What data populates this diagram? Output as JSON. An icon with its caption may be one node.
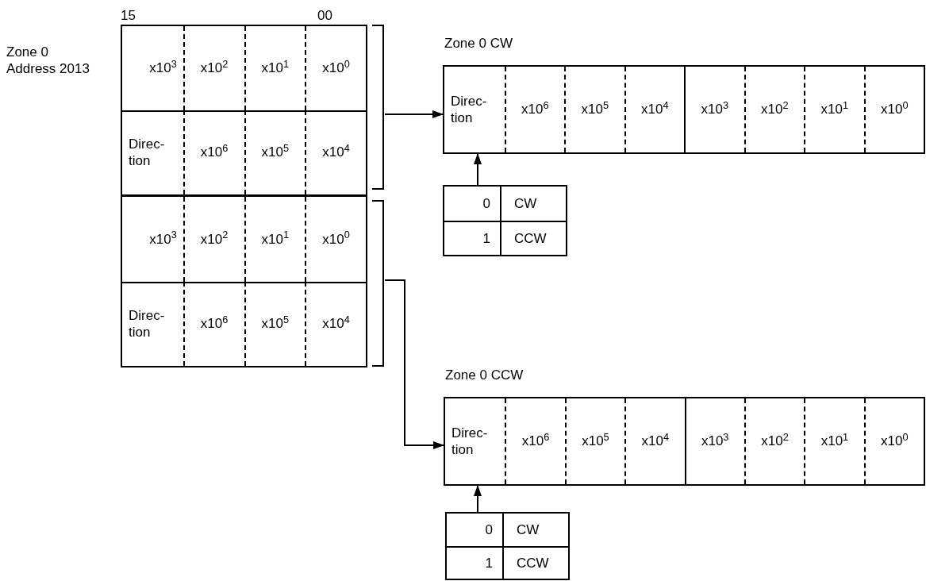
{
  "diagram": {
    "nodes": [
      {
        "text": [
          "x10$^{3}$",
          "x10$^{2}$",
          "x10$^{1}$",
          "x10$^{0}$",
          "Direc- tion",
          "x10$^{6}$",
          "x10$^{5}$",
          "x10$^{4}$"
        ]
      },
      {
        "text": [
          "x10$^{3}$",
          "x10$^{2}$",
          "x10$^{1}$",
          "x10$^{0}$",
          "Direc- tion",
          "x10$^{6}$",
          "x10$^{5}$",
          "x10$^{4}$"
        ]
      },
      {
        "text": [
          "Zone 0 CW",
          "Direc- tion",
          "x10$^{6}$",
          "x10$^{5}$",
          "x10$^{4}$",
          "x10$^{3}$",
          "x10$^{2}$",
          "x10$^{1}$",
          "x10$^{0}$"
        ]
      },
      {
        "text": [
          "0",
          "CW",
          "1",
          "CCW"
        ]
      },
      {
        "text": [
          "Zone 0 CCW",
          "Direc- tion",
          "x10$^{6}$",
          "x10$^{5}$",
          "x10$^{4}$",
          "x10$^{3}$",
          "x10$^{2}$",
          "x10$^{1}$",
          "x10$^{0}$"
        ]
      },
      {
        "text": [
          "0",
          "CW",
          "1",
          "CCW"
        ]
      }
    ],
    "edges": [
      {
        "from": 0,
        "to": 2,
        "arrow": "to"
      },
      {
        "from": 1,
        "to": 4,
        "arrow": "to"
      },
      {
        "from": 3,
        "to": 2,
        "arrow": "to"
      },
      {
        "from": 5,
        "to": 4,
        "arrow": "to"
      }
    ],
    "labels": [
      "Zone 0 Address 2013",
      "15",
      "00"
    ]
  }
}
